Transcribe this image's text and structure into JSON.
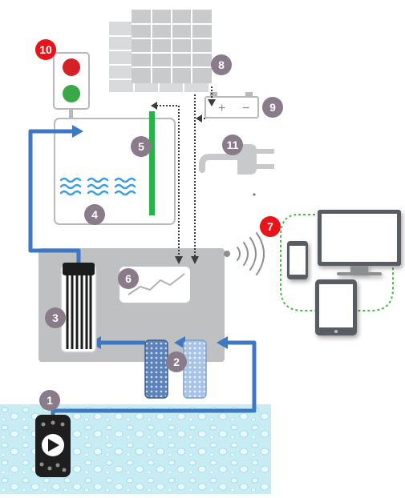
{
  "colors": {
    "badge": "#8a7b8b",
    "badge_alert": "#e8141c",
    "pipe": "#3d78c4",
    "water_panel": "#c7ecf4",
    "water_bubble": "#e9fbff",
    "panel_cell": "#c9cacc",
    "tank_border": "#b7b9bc",
    "controller": "#bfc0c2",
    "level_sensor": "#27b24a",
    "wave": "#3a9ee0",
    "network_dots": "#54b34a",
    "device": "#595d63",
    "light_red": "#d62028",
    "light_green": "#39a845"
  },
  "badges": [
    {
      "label": "1",
      "alert": false
    },
    {
      "label": "2",
      "alert": false
    },
    {
      "label": "3",
      "alert": false
    },
    {
      "label": "4",
      "alert": false
    },
    {
      "label": "5",
      "alert": false
    },
    {
      "label": "6",
      "alert": false
    },
    {
      "label": "7",
      "alert": true
    },
    {
      "label": "8",
      "alert": false
    },
    {
      "label": "9",
      "alert": false
    },
    {
      "label": "10",
      "alert": true
    },
    {
      "label": "11",
      "alert": false
    }
  ],
  "battery": {
    "plus_symbol": "+",
    "minus_symbol": "−"
  },
  "icons": {
    "pump": "pump-icon",
    "filter": "filter-cartridge-icon",
    "uv": "uv-lamp-icon",
    "tank": "water-tank-icon",
    "sensor": "level-sensor-icon",
    "controller": "controller-icon",
    "display": "display-screen-icon",
    "solar": "solar-panel-icon",
    "battery": "battery-icon",
    "traffic_light": "traffic-light-icon",
    "plug": "power-plug-icon",
    "wifi": "wifi-signal-icon",
    "monitor": "monitor-icon",
    "tablet": "tablet-icon",
    "phone": "phone-icon"
  }
}
